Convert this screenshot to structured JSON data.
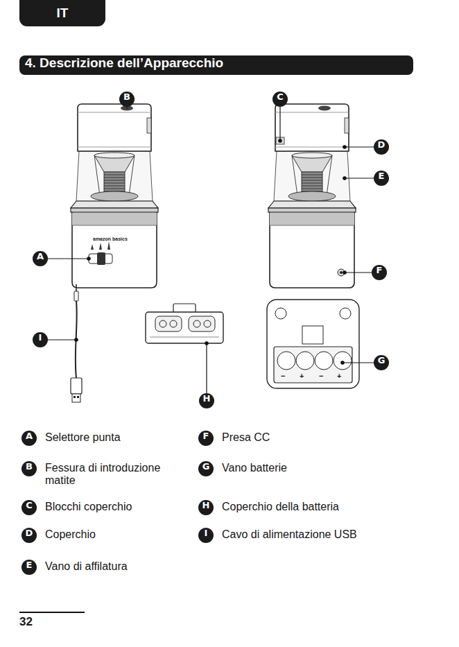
{
  "diagram": {
    "title": "4. Descrizione dell’Apparecchio",
    "nodes": [
      {
        "text": [
          "IT"
        ]
      },
      {
        "text": [
          "B"
        ]
      },
      {
        "text": [
          "C"
        ]
      },
      {
        "text": [
          "D"
        ]
      },
      {
        "text": [
          "E"
        ]
      },
      {
        "text": [
          "A"
        ]
      },
      {
        "text": [
          "F"
        ]
      },
      {
        "text": [
          "I"
        ]
      },
      {
        "text": [
          "G"
        ]
      },
      {
        "text": [
          "H"
        ]
      },
      {
        "text": [
          "A",
          "Selettore punta"
        ]
      },
      {
        "text": [
          "B",
          "Fessura di introduzione matite"
        ]
      },
      {
        "text": [
          "C",
          "Blocchi coperchio"
        ]
      },
      {
        "text": [
          "D",
          "Coperchio"
        ]
      },
      {
        "text": [
          "E",
          "Vano di affilatura"
        ]
      },
      {
        "text": [
          "F",
          "Presa CC"
        ]
      },
      {
        "text": [
          "G",
          "Vano batterie"
        ]
      },
      {
        "text": [
          "H",
          "Coperchio della batteria"
        ]
      },
      {
        "text": [
          "I",
          "Cavo di alimentazione USB"
        ]
      }
    ],
    "labels": [
      "amazon basics",
      "−",
      "+",
      "−",
      "+",
      "32"
    ]
  }
}
